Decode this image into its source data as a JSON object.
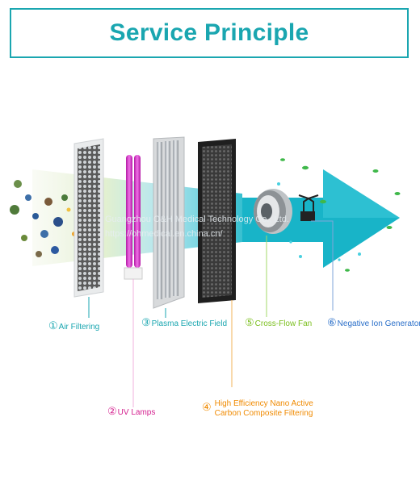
{
  "title": "Service Principle",
  "watermark": {
    "line1": "Guangzhou O&H Medical Technology Co., Ltd.",
    "line2": "https://ohmedical.en.china.cn/"
  },
  "stages": [
    {
      "num": "①",
      "label": "Air Filtering",
      "color": "#1aa6b0"
    },
    {
      "num": "②",
      "label": "UV Lamps",
      "color": "#d4208f"
    },
    {
      "num": "③",
      "label": "Plasma Electric Field",
      "color": "#1aa6b0"
    },
    {
      "num": "④",
      "label_line1": "High Efficiency Nano Active",
      "label_line2": "Carbon Composite Filtering",
      "color": "#f08a00"
    },
    {
      "num": "⑤",
      "label": "Cross-Flow Fan",
      "color": "#7bbf1e"
    },
    {
      "num": "⑥",
      "label": "Negative Ion Generator",
      "color": "#2a6fc9"
    }
  ],
  "colors": {
    "accent": "#1aa6b0",
    "arrow": "#19b6c9",
    "uv": "#c21fb4",
    "carbon": "#222222"
  }
}
